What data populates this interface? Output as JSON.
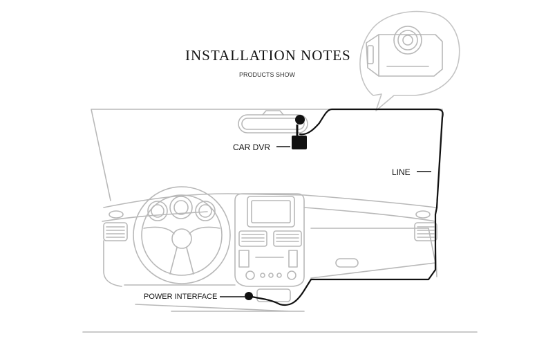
{
  "header": {
    "title": "INSTALLATION NOTES",
    "subtitle": "PRODUCTS SHOW"
  },
  "labels": {
    "car_dvr": "CAR DVR",
    "line": "LINE",
    "power_interface": "POWER INTERFACE"
  },
  "colors": {
    "outline": "#b8b8b8",
    "cable": "#111111",
    "text": "#111111"
  }
}
